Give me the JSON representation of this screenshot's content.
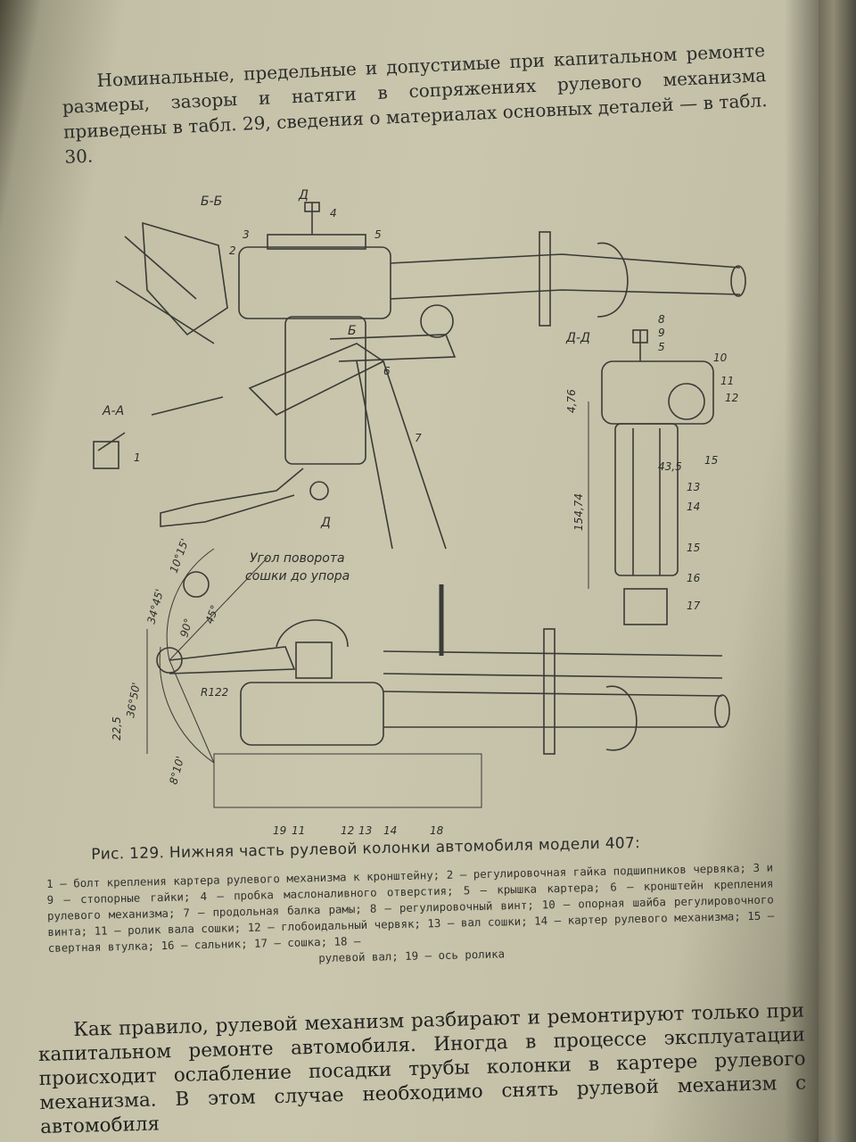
{
  "intro_paragraph": "Номинальные, предельные и допустимые при капитальном ремонте размеры, зазоры и натяги в сопряжениях рулевого механизма приведены в табл. 29, сведения о материалах основных деталей — в табл. 30.",
  "figure": {
    "section_bb": "Б-Б",
    "section_aa": "А-А",
    "section_dd": "Д-Д",
    "marker_d": "Д",
    "marker_b": "Б",
    "angle_note_line1": "Угол поворота",
    "angle_note_line2": "сошки до упора",
    "dim_angle_1": "10°15'",
    "dim_angle_2": "34°45'",
    "dim_angle_3": "90°",
    "dim_angle_4": "45°",
    "dim_angle_5": "36°50'",
    "dim_angle_6": "8°10'",
    "dim_r122": "R122",
    "dim_22_5": "22,5",
    "dim_4_76": "4,76",
    "dim_154_74": "154,74",
    "dim_43_5": "43,5",
    "top_labels": [
      "2",
      "3",
      "4",
      "5",
      "6",
      "7",
      "Б",
      "Б",
      "Д",
      "Д"
    ],
    "aa_label": "1",
    "dd_labels": [
      "8",
      "9",
      "5",
      "10",
      "11",
      "12",
      "15",
      "13",
      "14",
      "15",
      "16",
      "17"
    ],
    "bottom_labels": [
      "19",
      "11",
      "12",
      "13",
      "14",
      "18"
    ]
  },
  "caption": {
    "title": "Рис. 129. Нижняя часть рулевой колонки автомобиля модели 407:",
    "body": "1 — болт крепления картера рулевого механизма к кронштейну; 2 — регулировочная гайка подшипников червяка; 3 и 9 — стопорные гайки; 4 — пробка маслоналивного отверстия; 5 — крышка картера; 6 — кронштейн крепления рулевого механизма; 7 — продольная балка рамы; 8 — регулировочный винт; 10 — опорная шайба регулировочного винта; 11 — ролик вала сошки; 12 — глобоидальный червяк; 13 — вал сошки; 14 — картер рулевого механизма; 15 — свертная втулка; 16 — сальник; 17 — сошка; 18 —",
    "body_last": "рулевой вал; 19 — ось ролика"
  },
  "bottom_paragraph": "Как правило, рулевой механизм разбирают и ремонтируют только при капитальном ремонте автомобиля. Иногда в процессе эксплуатации происходит ослабление посадки трубы колонки в картере рулевого механизма. В этом случае необходимо снять рулевой механизм с автомобиля"
}
